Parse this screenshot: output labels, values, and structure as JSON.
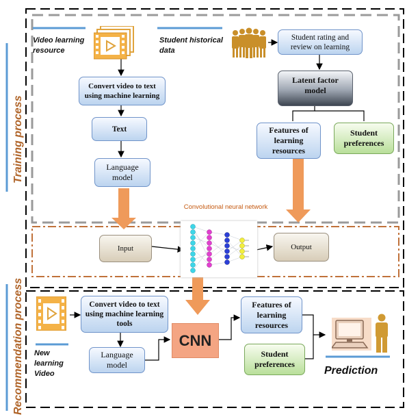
{
  "training_label": "Training process",
  "recommendation_label": "Recommendation process",
  "video_learning_resource": "Video learning resource",
  "student_historical_data": "Student historical data",
  "student_rating": "Student rating and review on learning",
  "convert_ml": "Convert video to text using machine learning",
  "text_box": "Text",
  "language_model_1": "Language model",
  "latent_factor": "Latent factor model",
  "features_1": "Features of learning resources",
  "preferences_1": "Student preferences",
  "cnn_title": "Convolutional neural network",
  "input_box": "Input",
  "output_box": "Output",
  "convert_tools": "Convert video to text using machine learning tools",
  "language_model_2": "Language model",
  "cnn_box": "CNN",
  "features_2": "Features of learning resources",
  "preferences_2": "Student preferences",
  "new_video": "New learning Video",
  "prediction": "Prediction",
  "colors": {
    "orange": "#ef9a5a",
    "blue_rule": "#5b9bd5",
    "cnn_fill": "#f4a583",
    "gold": "#d09a33"
  },
  "icons": [
    "film-strip-icon",
    "crowd-icon",
    "neural-network-icon",
    "computer-icon",
    "person-icon"
  ]
}
